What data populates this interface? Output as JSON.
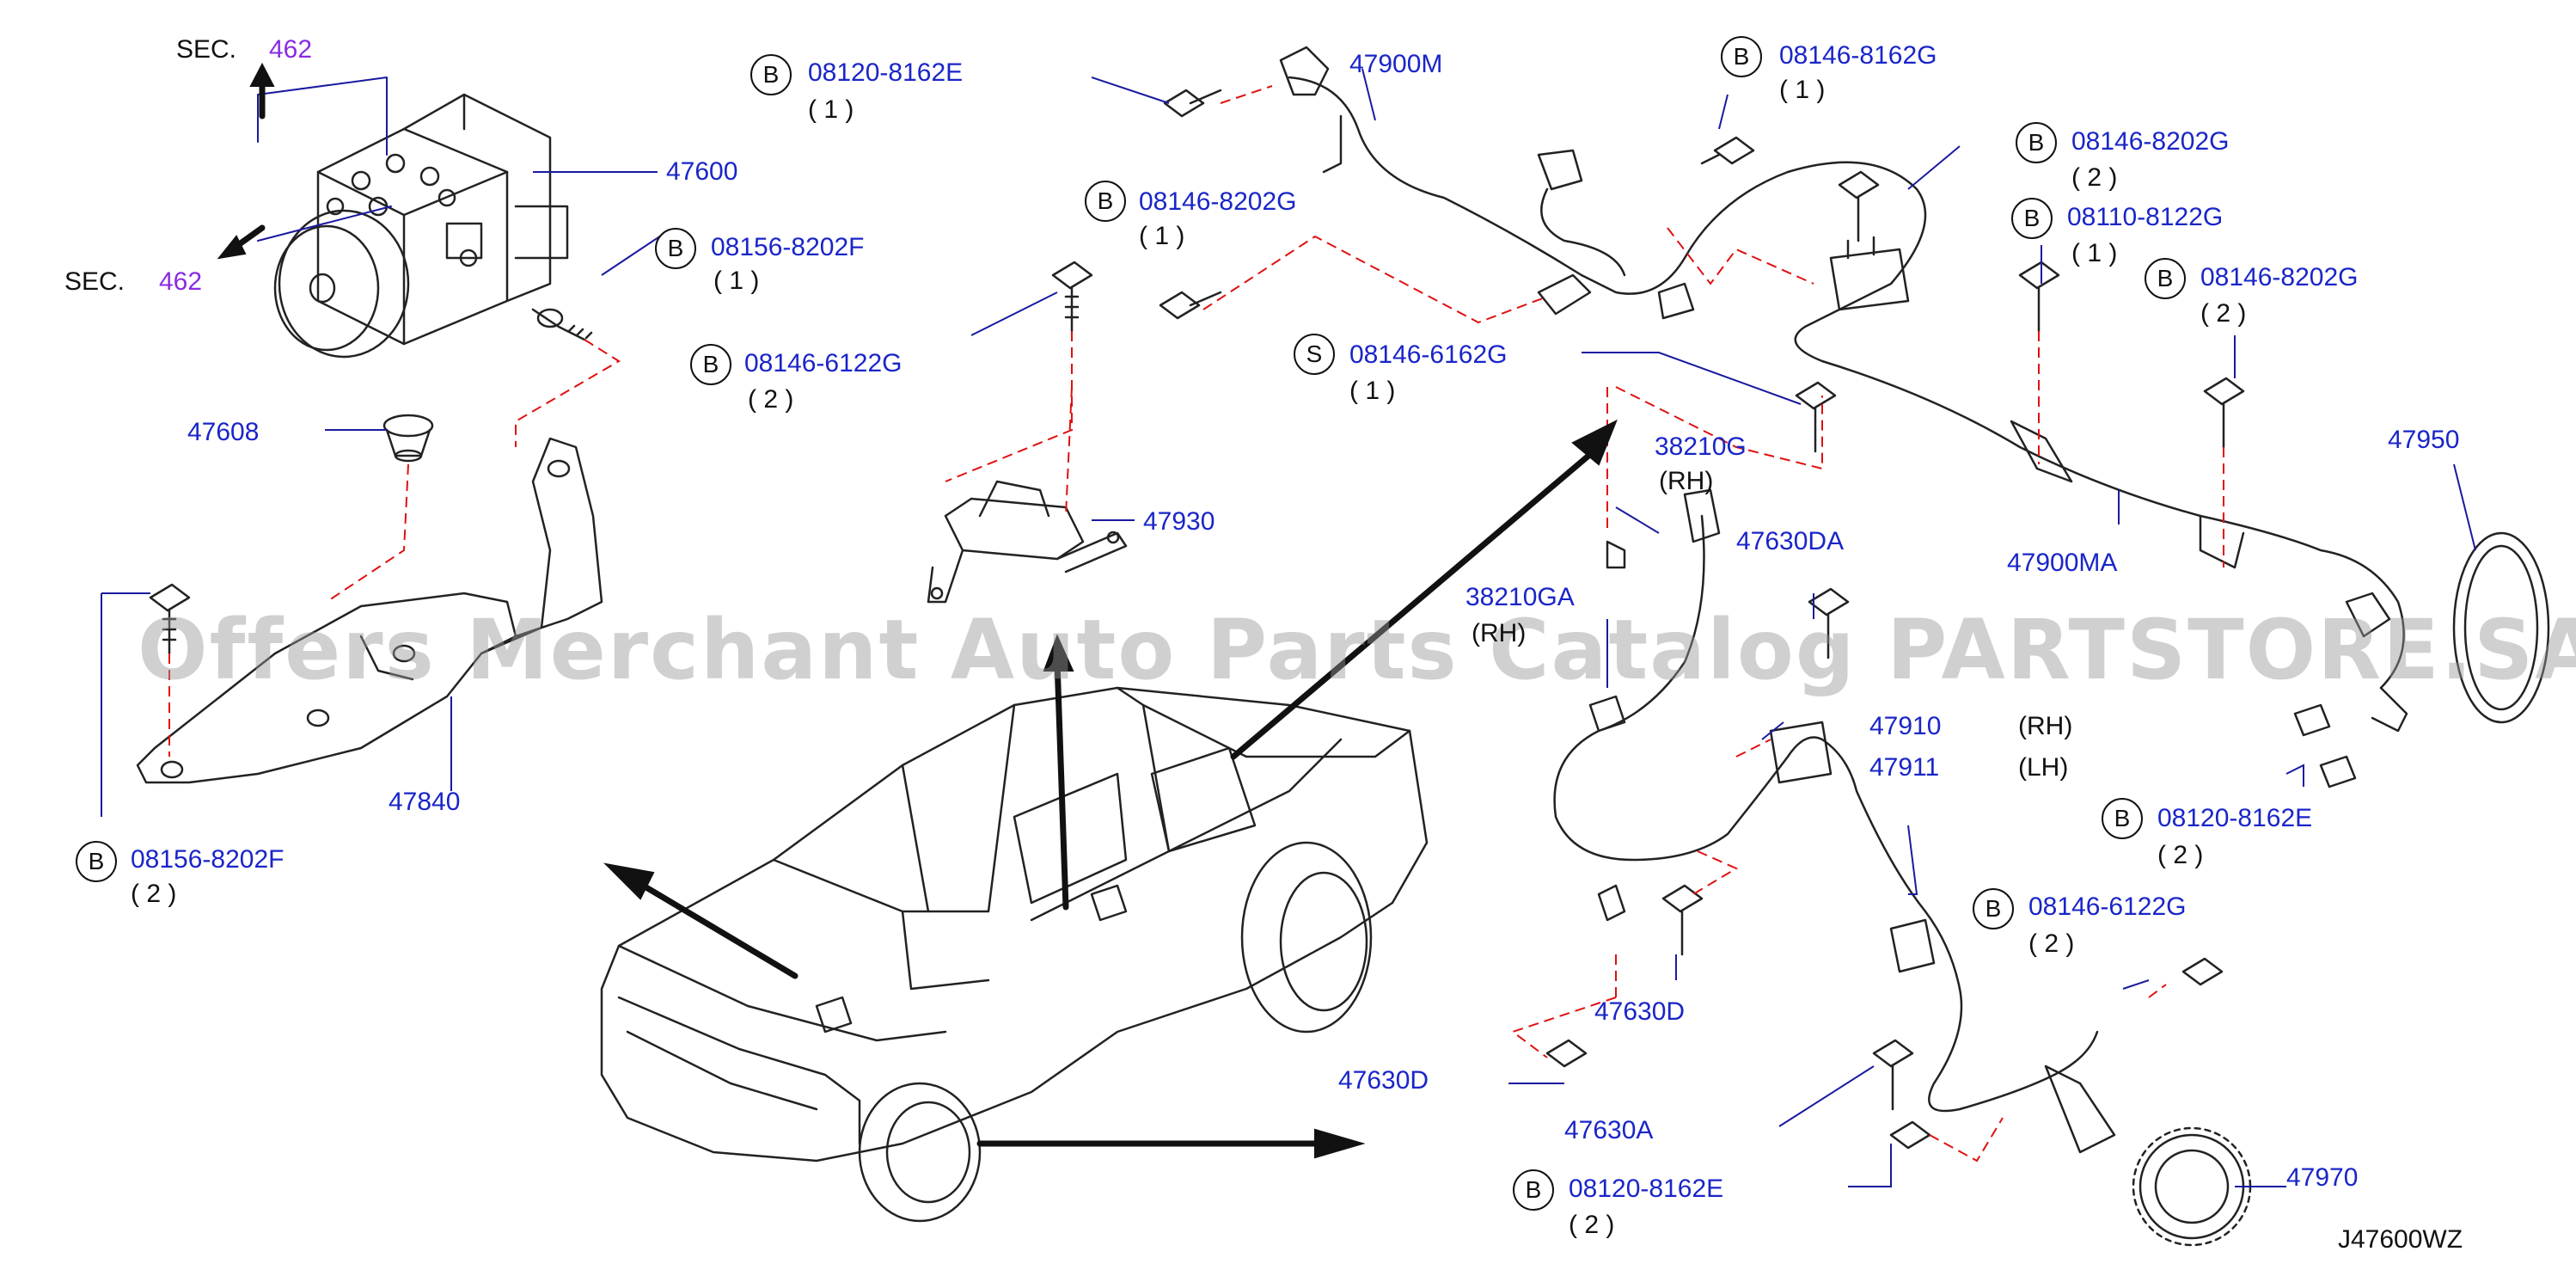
{
  "diagram_code": "J47600WZ",
  "watermark": "Offers Merchant Auto Parts Catalog PARTSTORE.SA",
  "sections": [
    {
      "prefix": "SEC.",
      "number": "462"
    },
    {
      "prefix": "SEC.",
      "number": "462"
    }
  ],
  "parts": {
    "p47600": "47600",
    "p47608": "47608",
    "p47840": "47840",
    "p47930": "47930",
    "p47900M": "47900M",
    "p47900MA": "47900MA",
    "p47950": "47950",
    "p38210G": "38210G",
    "p38210G_side": "(RH)",
    "p38210GA": "38210GA",
    "p38210GA_side": "(RH)",
    "p47630DA": "47630DA",
    "p47910": "47910",
    "p47910_side": "(RH)",
    "p47911": "47911",
    "p47911_side": "(LH)",
    "p47630D_a": "47630D",
    "p47630D_b": "47630D",
    "p47630A": "47630A",
    "p47970": "47970"
  },
  "fasteners": [
    {
      "badge": "B",
      "number": "08156-8202F",
      "qty": "( 1 )"
    },
    {
      "badge": "B",
      "number": "08146-6122G",
      "qty": "( 2 )"
    },
    {
      "badge": "B",
      "number": "08156-8202F",
      "qty": "( 2 )"
    },
    {
      "badge": "B",
      "number": "08120-8162E",
      "qty": "( 1 )"
    },
    {
      "badge": "B",
      "number": "08146-8202G",
      "qty": "( 1 )"
    },
    {
      "badge": "B",
      "number": "08146-8162G",
      "qty": "( 1 )"
    },
    {
      "badge": "B",
      "number": "08146-8202G",
      "qty": "( 2 )"
    },
    {
      "badge": "B",
      "number": "08110-8122G",
      "qty": "( 1 )"
    },
    {
      "badge": "B",
      "number": "08146-8202G",
      "qty": "( 2 )"
    },
    {
      "badge": "S",
      "number": "08146-6162G",
      "qty": "( 1 )"
    },
    {
      "badge": "B",
      "number": "08120-8162E",
      "qty": "( 2 )"
    },
    {
      "badge": "B",
      "number": "08146-6122G",
      "qty": "( 2 )"
    },
    {
      "badge": "B",
      "number": "08120-8162E",
      "qty": "( 2 )"
    }
  ]
}
